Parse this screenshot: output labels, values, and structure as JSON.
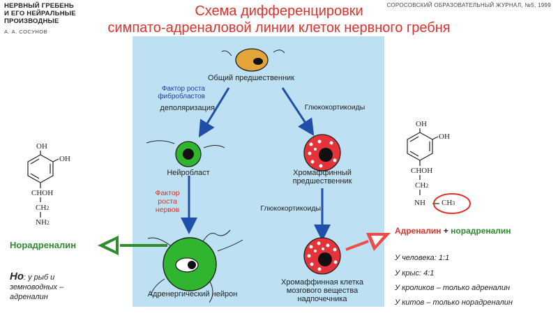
{
  "header": {
    "journal_left_line1": "НЕРВНЫЙ ГРЕБЕНЬ",
    "journal_left_line2": "И ЕГО НЕЙРАЛЬНЫЕ",
    "journal_left_line3": "ПРОИЗВОДНЫЕ",
    "author": "А. А. СОСУНОВ",
    "journal_right": "СОРОСОВСКИЙ ОБРАЗОВАТЕЛЬНЫЙ ЖУРНАЛ, №5, 1999"
  },
  "title": {
    "line1": "Схема дифференцировки",
    "line2": "симпато-адреналовой линии клеток нервного гребня"
  },
  "diagram": {
    "common_precursor": "Общий предшественник",
    "fgf_line1": "Фактор роста",
    "fgf_line2": "фибробластов",
    "depolarization": "деполяризация",
    "glucocorticoids_top": "Глюкокортикоиды",
    "neuroblast": "Нейробласт",
    "chromaffin_precursor_line1": "Хромаффинный",
    "chromaffin_precursor_line2": "предшественник",
    "ngf_line1": "Фактор",
    "ngf_line2": "роста",
    "ngf_line3": "нервов",
    "glucocorticoids_mid": "Глюкокортикоиды",
    "adrenergic_neuron": "Адренергический нейрон",
    "chromaffin_cell_line1": "Хромаффинная клетка",
    "chromaffin_cell_line2": "мозгового вещества",
    "chromaffin_cell_line3": "надпочечника"
  },
  "left": {
    "oh1": "OH",
    "oh2": "OH",
    "chohn": "CHOH",
    "ch2": "CH",
    "ch2_sub": "2",
    "nh2": "NH",
    "nh2_sub": "2",
    "noradrenaline": "Норадреналин",
    "note_bold": "Но",
    "note_rest": ": у рыб и",
    "note_line2": "земноводных –",
    "note_line3": "адреналин"
  },
  "right": {
    "oh1": "OH",
    "oh2": "OH",
    "chohn": "CHOH",
    "ch2": "CH",
    "ch2_sub": "2",
    "nh": "NH",
    "ch3": "CH",
    "ch3_sub": "3",
    "adrenaline": "Адреналин",
    "plus": "+",
    "noradrenaline": "норадреналин",
    "ratio_human": "У человека: 1:1",
    "ratio_rat": "У крыс: 4:1",
    "ratio_rabbit": "У кроликов – только адреналин",
    "ratio_whale": "У китов – только норадреналин"
  },
  "colors": {
    "title": "#e0312a",
    "panel": "#bde0f3",
    "arrow_blue": "#1f4fa8",
    "noradrenaline_green": "#2e8b2e",
    "adrenaline_red": "#e0312a"
  }
}
